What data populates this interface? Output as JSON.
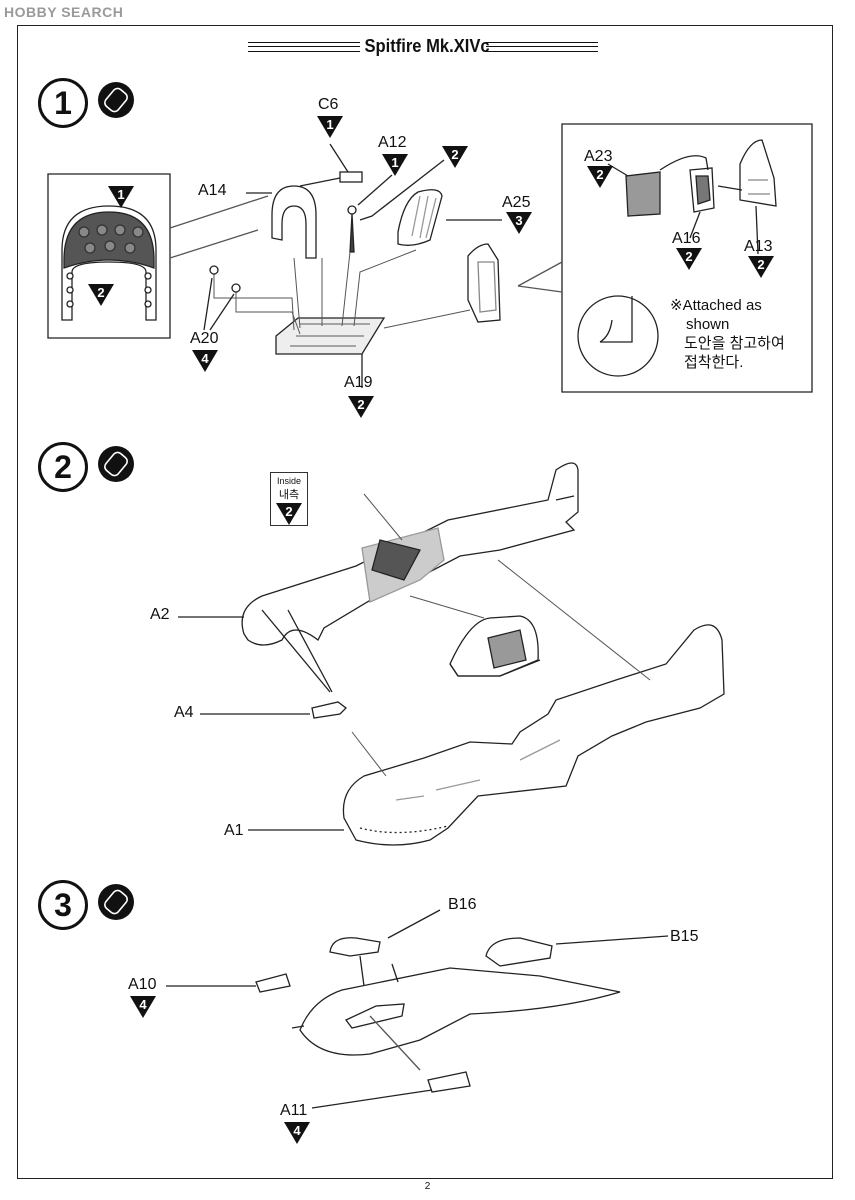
{
  "watermark": "HOBBY SEARCH",
  "title": "Spitfire Mk.XIVc",
  "steps": [
    {
      "number": "1"
    },
    {
      "number": "2"
    },
    {
      "number": "3"
    }
  ],
  "parts": {
    "c6": {
      "label": "C6",
      "qty": "1"
    },
    "a12": {
      "label": "A12",
      "qty": "1"
    },
    "unlabeled_2": {
      "qty": "2"
    },
    "a14": {
      "label": "A14"
    },
    "a25": {
      "label": "A25",
      "qty": "3"
    },
    "a20": {
      "label": "A20",
      "qty": "4"
    },
    "a19": {
      "label": "A19",
      "qty": "2"
    },
    "inset_left_top": {
      "qty": "1"
    },
    "inset_left_bottom": {
      "qty": "2"
    },
    "a23": {
      "label": "A23",
      "qty": "2"
    },
    "a16": {
      "label": "A16",
      "qty": "2"
    },
    "a13": {
      "label": "A13",
      "qty": "2"
    },
    "a2": {
      "label": "A2"
    },
    "a4": {
      "label": "A4"
    },
    "a1": {
      "label": "A1"
    },
    "b16": {
      "label": "B16"
    },
    "b15": {
      "label": "B15"
    },
    "a10": {
      "label": "A10",
      "qty": "4"
    },
    "a11": {
      "label": "A11",
      "qty": "4"
    }
  },
  "note": {
    "line1": "※Attached as",
    "line2": "shown",
    "line3": "도안을 참고하여",
    "line4": "접착한다."
  },
  "inside_box": {
    "en": "Inside",
    "kr": "내측",
    "qty": "2"
  },
  "page_number": "2"
}
